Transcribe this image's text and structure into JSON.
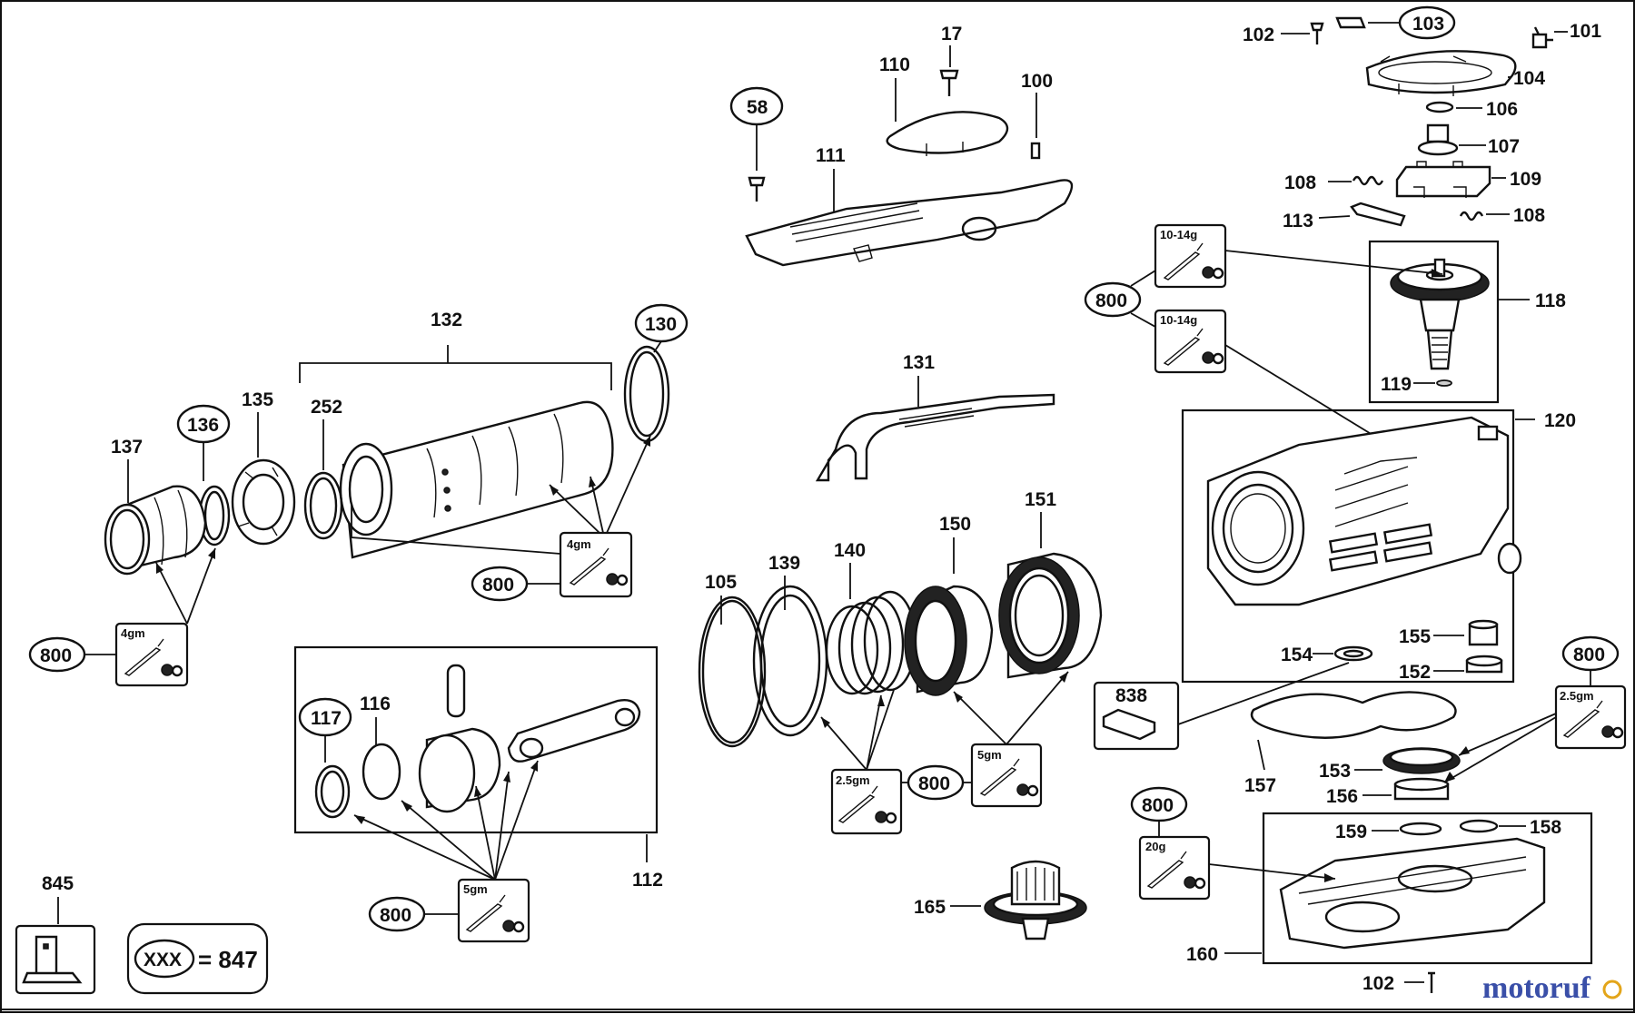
{
  "part_labels": {
    "p101": "101",
    "p102a": "102",
    "p102b": "102",
    "p103": "103",
    "p104": "104",
    "p106": "106",
    "p107": "107",
    "p108a": "108",
    "p108b": "108",
    "p109": "109",
    "p113": "113",
    "p118": "118",
    "p119": "119",
    "p120": "120",
    "p17": "17",
    "p58": "58",
    "p110": "110",
    "p100": "100",
    "p111": "111",
    "p131": "131",
    "p132": "132",
    "p130": "130",
    "p252": "252",
    "p135": "135",
    "p136": "136",
    "p137": "137",
    "p105": "105",
    "p139": "139",
    "p140": "140",
    "p150": "150",
    "p151": "151",
    "p154": "154",
    "p155": "155",
    "p152": "152",
    "p838": "838",
    "p157": "157",
    "p153": "153",
    "p156": "156",
    "p159": "159",
    "p158": "158",
    "p160": "160",
    "p165": "165",
    "p117": "117",
    "p116": "116",
    "p112": "112",
    "p845": "845"
  },
  "grease_callouts": {
    "g1_label": "800",
    "g1_amount": "4gm",
    "g2_label": "800",
    "g2_amount": "4gm",
    "g3_label": "800",
    "g3_amount": "10-14g",
    "g3b_amount": "10-14g",
    "g4_label": "800",
    "g4_amount": "5gm",
    "g4b_amount": "2.5gm",
    "g5_label": "800",
    "g5_amount": "2.5gm",
    "g6_label": "800",
    "g6_amount": "20g",
    "g7_label": "800",
    "g7_amount": "5gm"
  },
  "legend": {
    "code": "XXX",
    "equals_value": "= 847"
  },
  "watermark": {
    "text": "motoruf"
  },
  "colors": {
    "line": "#111111",
    "watermark_blue": "#3a4fa8",
    "watermark_accent": "#e3a51a"
  }
}
